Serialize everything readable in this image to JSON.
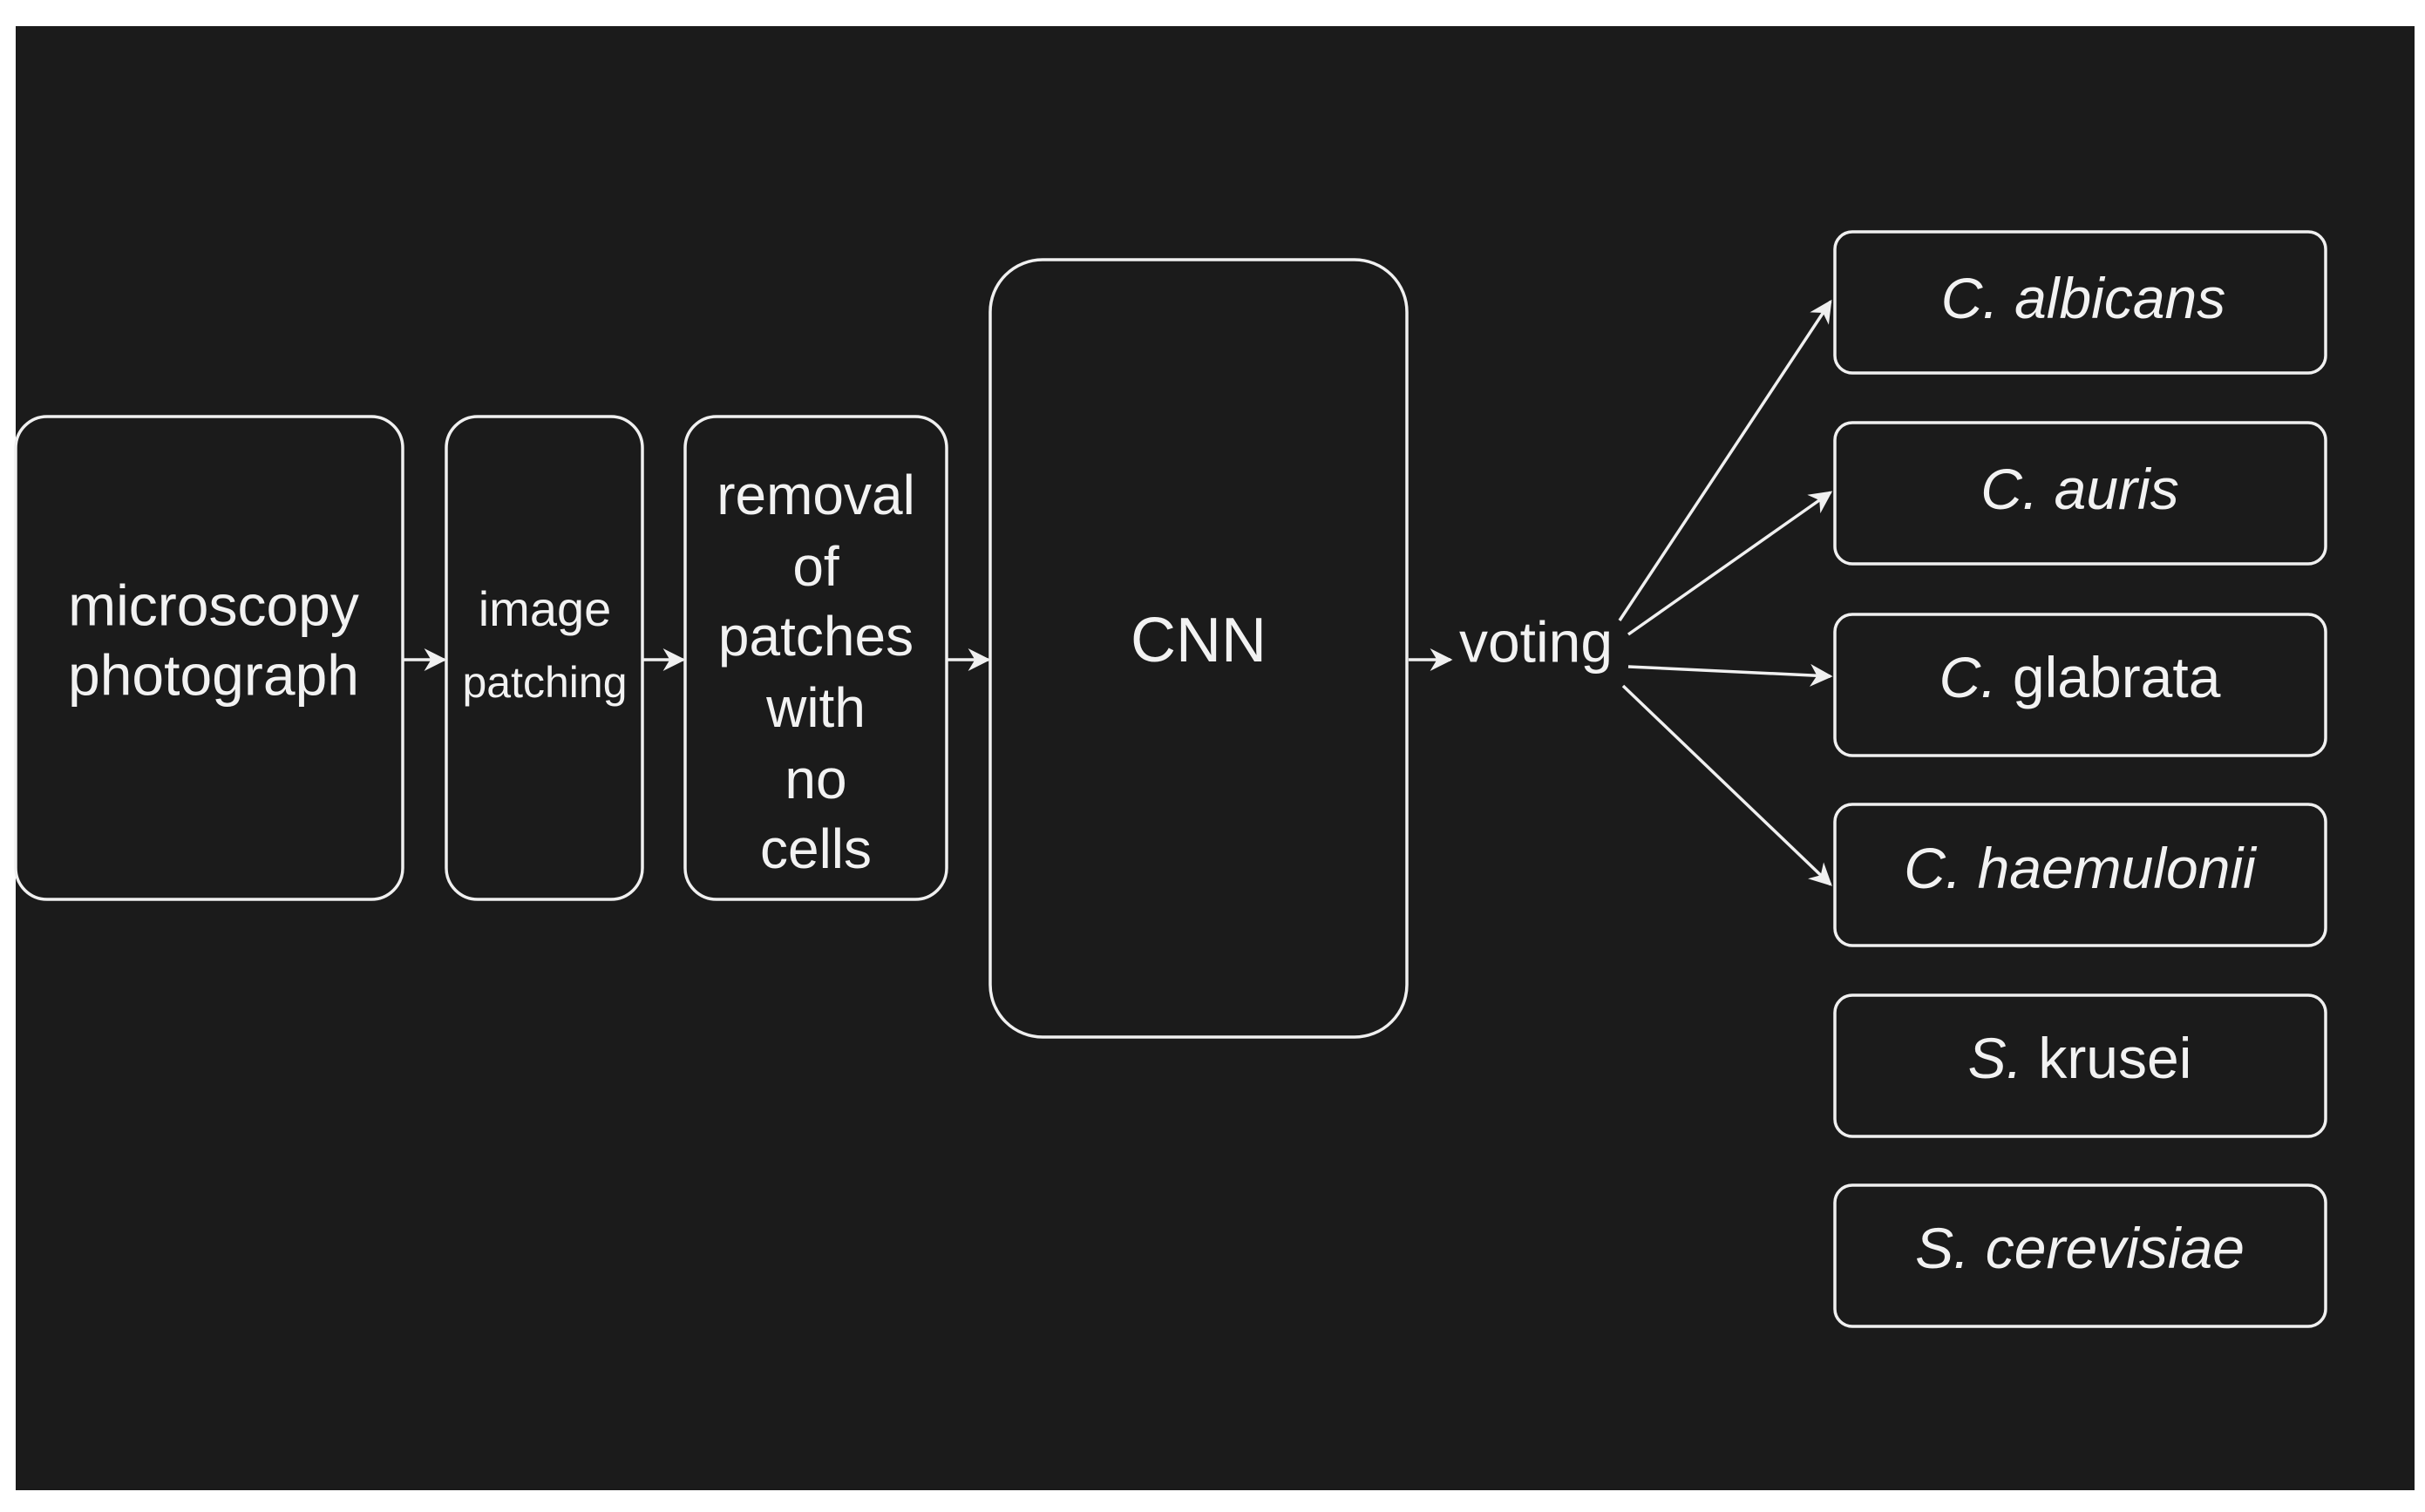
{
  "colors": {
    "background": "#1b1b1b",
    "frame": "#ffffff",
    "stroke": "#f0f0f0",
    "text": "#f2f2f2"
  },
  "diagram": {
    "nodes": {
      "microscopy_photograph": {
        "lines": [
          "microscopy",
          "photograph"
        ]
      },
      "image_patching": {
        "lines": [
          "image",
          "patching"
        ]
      },
      "removal": {
        "lines": [
          "removal",
          "of",
          "patches",
          "with",
          "no",
          "cells"
        ]
      },
      "cnn": {
        "label": "CNN"
      },
      "voting": {
        "label": "voting"
      }
    },
    "classes": [
      {
        "genus": "C.",
        "species": "albicans",
        "style": "italic"
      },
      {
        "genus": "C.",
        "species": "auris",
        "style": "italic"
      },
      {
        "genus": "C.",
        "species": "glabrata",
        "style": "genus-italic"
      },
      {
        "genus": "C.",
        "species": "haemulonii",
        "style": "italic"
      },
      {
        "genus": "S.",
        "species": "krusei",
        "style": "genus-italic"
      },
      {
        "genus": "S.",
        "species": "cerevisiae",
        "style": "italic"
      }
    ]
  }
}
